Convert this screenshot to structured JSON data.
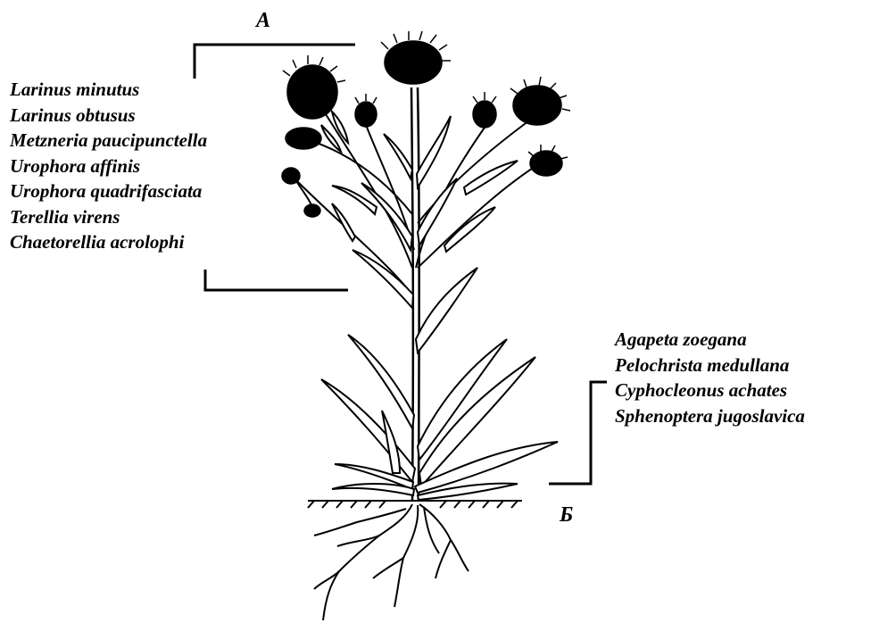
{
  "labels": {
    "group_a": "A",
    "group_b": "Б"
  },
  "group_a_species": [
    "Larinus minutus",
    "Larinus obtusus",
    "Metzneria paucipunctella",
    "Urophora affinis",
    "Urophora quadrifasciata",
    "Terellia virens",
    "Chaetorellia acrolophi"
  ],
  "group_b_species": [
    "Agapeta zoegana",
    "Pelochrista medullana",
    "Cyphocleonus achates",
    "Sphenoptera jugoslavica"
  ],
  "colors": {
    "ink": "#000000",
    "background": "#ffffff"
  }
}
